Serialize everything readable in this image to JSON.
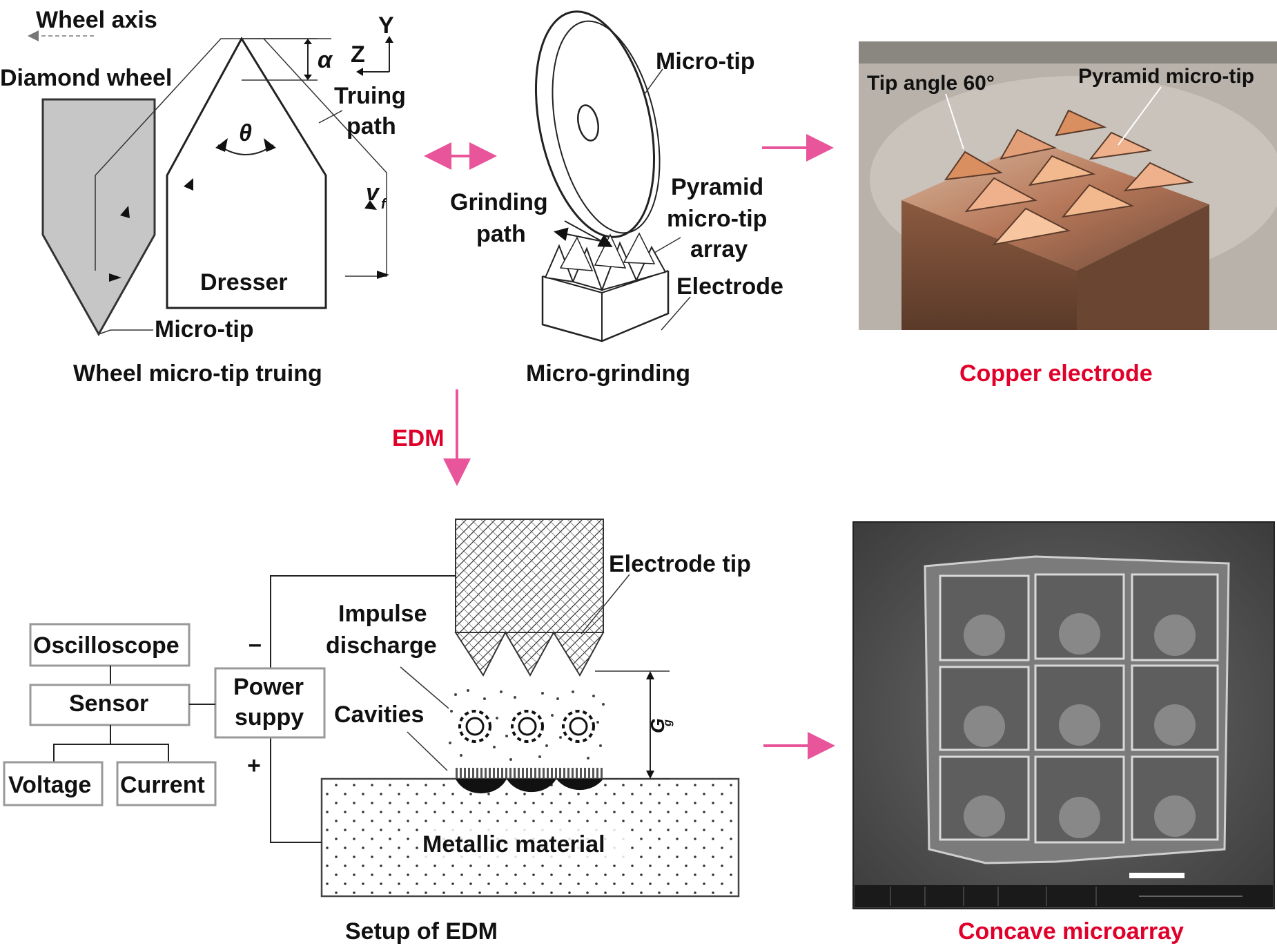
{
  "truing": {
    "wheel_axis": "Wheel axis",
    "diamond_wheel": "Diamond wheel",
    "y": "Y",
    "z": "Z",
    "alpha": "α",
    "theta": "θ",
    "truing_path_1": "Truing",
    "truing_path_2": "path",
    "vf": "v",
    "vf_sub": "f",
    "dresser": "Dresser",
    "micro_tip": "Micro-tip",
    "caption": "Wheel micro-tip truing"
  },
  "grinding": {
    "micro_tip": "Micro-tip",
    "grinding_path_1": "Grinding",
    "grinding_path_2": "path",
    "pyramid_1": "Pyramid",
    "pyramid_2": "micro-tip",
    "pyramid_3": "array",
    "electrode": "Electrode",
    "caption": "Micro-grinding"
  },
  "copper": {
    "tip_angle": "Tip angle 60°",
    "pyramid_micro_tip": "Pyramid micro-tip",
    "caption": "Copper electrode"
  },
  "edm": {
    "label": "EDM",
    "electrode_tip": "Electrode tip",
    "impulse_1": "Impulse",
    "impulse_2": "discharge",
    "cavities": "Cavities",
    "oscilloscope": "Oscilloscope",
    "sensor": "Sensor",
    "voltage": "Voltage",
    "current": "Current",
    "power_1": "Power",
    "power_2": "suppy",
    "minus": "–",
    "plus": "+",
    "gap": "G",
    "gap_sub": "g",
    "metallic": "Metallic material",
    "caption": "Setup of EDM"
  },
  "concave": {
    "caption": "Concave microarray"
  },
  "colors": {
    "accent_red": "#e0002a",
    "arrow_pink": "#e8559a",
    "copper": "#c9855c"
  }
}
